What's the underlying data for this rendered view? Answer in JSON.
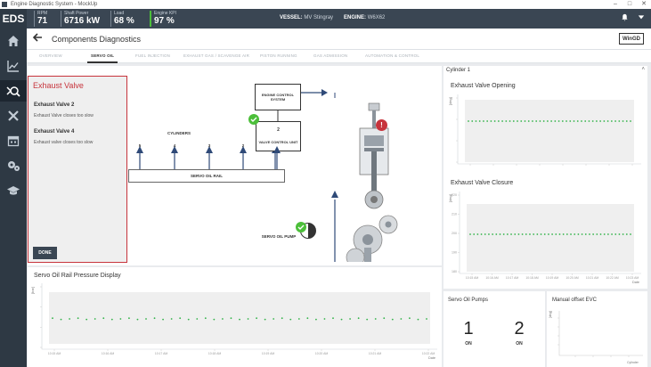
{
  "window": {
    "title": "Engine Diagnostic System - MockUp"
  },
  "topbar": {
    "app": "EDS",
    "metrics": [
      {
        "label": "RPM",
        "value": "71"
      },
      {
        "label": "Shaft Power",
        "value": "6716 kW"
      },
      {
        "label": "Load",
        "value": "68 %"
      },
      {
        "label": "Engine KPI",
        "value": "97 %"
      }
    ],
    "vessel_label": "VESSEL:",
    "vessel": "MV Stingray",
    "engine_label": "ENGINE:",
    "engine": "W6X62"
  },
  "header": {
    "title": "Components Diagnostics",
    "logo": "WinGD"
  },
  "tabs": [
    {
      "label": "OVERVIEW"
    },
    {
      "label": "SERVO OIL"
    },
    {
      "label": "FUEL INJECTION"
    },
    {
      "label": "EXHAUST GAS / SCAVENGE AIR"
    },
    {
      "label": "PISTON RUNNING"
    },
    {
      "label": "GAS ADMISSION"
    },
    {
      "label": "AUTOMATION & CONTROL"
    }
  ],
  "exhaust_valve": {
    "title": "Exhaust Valve",
    "items": [
      {
        "title": "Exhaust Valve 2",
        "text": "Exhaust Valve closes too slow"
      },
      {
        "title": "Exhaust Valve 4",
        "text": "Exhaust valve closes too slow"
      }
    ],
    "done": "DONE"
  },
  "diagram": {
    "engine_control": "ENGINE CONTROL SYSTEM",
    "valve_control": "VALVE CONTROL UNIT",
    "valve_control_num": "2",
    "cylinders_label": "CYLINDERS",
    "cylinders": [
      "5",
      "4",
      "3",
      "2",
      "1"
    ],
    "rail": "SERVO OIL RAIL",
    "pump": "SERVO OIL PUMP",
    "alert_glyph": "!"
  },
  "cylinder_panel": {
    "title": "Cylinder 1"
  },
  "charts": {
    "opening": {
      "title": "Exhaust Valve Opening",
      "ylabel": "[deg]",
      "yticks": [
        "",
        "",
        "",
        ""
      ],
      "xticks": [
        "",
        "",
        "",
        "",
        "",
        "",
        "",
        ""
      ],
      "xlabel": ""
    },
    "closure": {
      "title": "Exhaust Valve Closure",
      "ylabel": "[deg]",
      "yticks": [
        "220",
        "210",
        "200",
        "190",
        "180"
      ],
      "xticks": [
        "10:15 AM",
        "10:16 AM",
        "10:17 AM",
        "10:18 AM",
        "10:19 AM",
        "10:20 AM",
        "10:21 AM",
        "10:22 AM",
        "10:23 AM"
      ],
      "xlabel": "Date"
    },
    "rail_pressure": {
      "title": "Servo Oil Rail Pressure Display",
      "ylabel": "[bar]",
      "yticks": [
        "",
        "",
        "",
        ""
      ],
      "xticks": [
        "10:15 AM",
        "10:16 AM",
        "10:17 AM",
        "10:18 AM",
        "10:19 AM",
        "10:20 AM",
        "10:21 AM",
        "10:22 AM"
      ],
      "xlabel": "Date"
    },
    "manual_offset": {
      "title": "Manual offset EVC",
      "ylabel": "[deg]",
      "xlabel": "Cylinder"
    }
  },
  "pumps": {
    "title": "Servo Oil Pumps",
    "items": [
      {
        "number": "1",
        "state": "ON"
      },
      {
        "number": "2",
        "state": "ON"
      }
    ]
  },
  "colors": {
    "alarm": "#c7343c",
    "ok": "#4cbf3a",
    "dots": "#33b34a",
    "dark": "#3a4653"
  },
  "icons": [
    "home-icon",
    "trend-icon",
    "diagnostics-icon",
    "tools-icon",
    "calendar-icon",
    "settings-icon",
    "training-icon",
    "bell-icon",
    "chevron-down-icon",
    "back-arrow-icon"
  ]
}
